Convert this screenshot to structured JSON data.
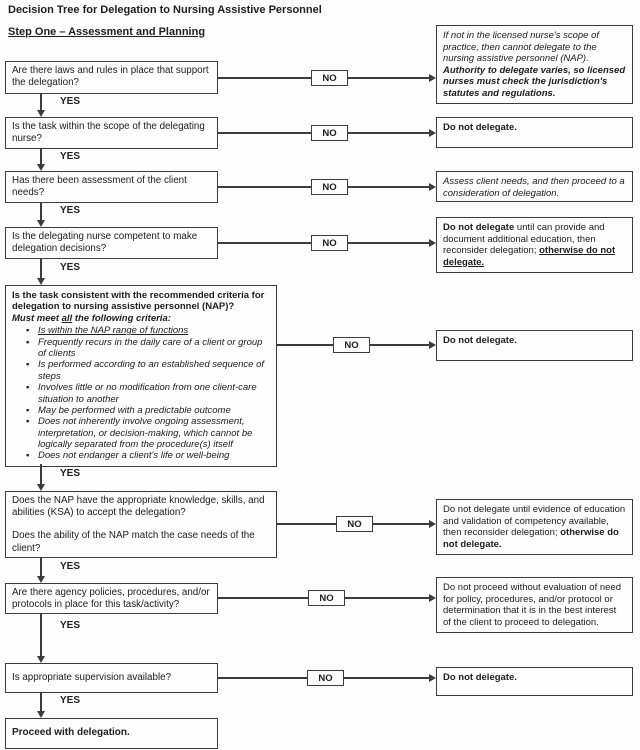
{
  "title": "Decision Tree for Delegation to Nursing Assistive Personnel",
  "subtitle": "Step One – Assessment and Planning",
  "labels": {
    "yes": "YES",
    "no": "NO"
  },
  "colors": {
    "border": "#3c3c3c",
    "text": "#202020",
    "background": "#fdfdfd"
  },
  "questions": {
    "laws": "Are there laws and rules in place that support the delegation?",
    "scope": "Is the task within the scope of the delegating nurse?",
    "assessment": "Has there been assessment of the client needs?",
    "competence": "Is the delegating nurse competent to make delegation decisions?",
    "ksa1": "Does the NAP have the appropriate knowledge, skills, and abilities (KSA) to accept the delegation?",
    "ksa2": "Does the ability of the NAP match the case needs of the client?",
    "agency": "Are there agency policies, procedures, and/or protocols in place for this task/activity?",
    "supervision": "Is appropriate supervision available?"
  },
  "criteria": {
    "heading": "Is the task consistent with the recommended criteria for delegation to nursing assistive personnel (NAP)?",
    "must_pre": "Must meet ",
    "must_all": "all",
    "must_post": " the following criteria:",
    "bullets": [
      "Is within the NAP range of functions",
      "Frequently recurs in the daily care of a client or group of clients",
      "Is performed according to an established sequence of steps",
      "Involves little or no modification from one client-care situation to another",
      "May be performed with a predictable outcome",
      "Does not inherently involve ongoing assessment, interpretation, or decision-making, which cannot be logically separated from the procedure(s) itself",
      "Does not endanger a client's life or well-being"
    ]
  },
  "answers": {
    "a1": {
      "italic": "If not in the licensed nurse's scope of practice, then cannot delegate to the nursing assistive personnel (NAP). ",
      "bold_italic": "Authority to delegate varies, so licensed nurses must check the jurisdiction's statutes and regulations."
    },
    "a2": "Do not delegate.",
    "a3": "Assess client needs, and then proceed to a consideration of delegation.",
    "a4": {
      "bold": "Do not delegate",
      "normal": " until can provide and document additional education, then reconsider delegation; ",
      "bold_underline": "otherwise do not delegate."
    },
    "a5": "Do not delegate.",
    "a6": {
      "normal": "Do not delegate until evidence of education and validation of competency available, then reconsider delegation; ",
      "bold": "otherwise do not delegate."
    },
    "a7": "Do not proceed without evaluation of need for policy, procedures, and/or protocol or determination that it is in the best interest of the client to proceed to delegation.",
    "a8": "Do not delegate."
  },
  "final": "Proceed with delegation."
}
